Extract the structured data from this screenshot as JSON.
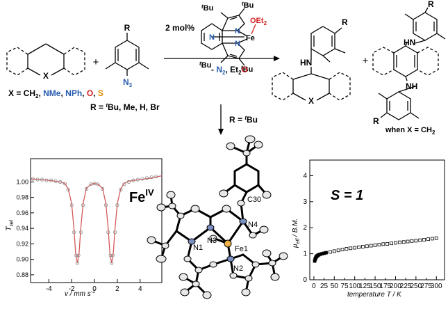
{
  "scheme": {
    "catalyst_loading": "2 mol%",
    "byproducts": {
      "prefix": "- ",
      "n2": "N",
      "n2_sub": "2",
      "sep": ", ",
      "et2o": "Et",
      "et2o_sub": "2",
      "et2o_o": "O"
    },
    "substrate_x": {
      "lead": "X = CH",
      "ch2_sub": "2",
      "items": [
        {
          "text": ", ",
          "color": "#000000"
        },
        {
          "text": "NMe",
          "color": "#2a5db0"
        },
        {
          "text": ", ",
          "color": "#000000"
        },
        {
          "text": "NPh",
          "color": "#2a5db0"
        },
        {
          "text": ", ",
          "color": "#000000"
        },
        {
          "text": "O",
          "color": "#d42020"
        },
        {
          "text": ", ",
          "color": "#000000"
        },
        {
          "text": "S",
          "color": "#e08a00"
        }
      ]
    },
    "r_groups": {
      "lead": "R = ",
      "tbu_t": "t",
      "rest": "Bu, Me, H, Br"
    },
    "plus": "+",
    "azide": {
      "n": "N",
      "sub": "3"
    },
    "r_label": "R",
    "x_label": "X",
    "hn_label": "HN",
    "nh_label": "NH",
    "when_label": {
      "lead": "when X = CH",
      "sub": "2"
    },
    "condition": {
      "lead": "R = ",
      "t": "t",
      "rest": "Bu"
    },
    "catalyst": {
      "n": "N",
      "fe": "Fe",
      "oet2": "OEt",
      "oet2_sub": "2",
      "bu_t": "t",
      "bu": "Bu"
    }
  },
  "mossbauer": {
    "label_fe": "Fe",
    "label_ox": "IV",
    "y_label": "T",
    "y_label_sub": "rel",
    "x_label": "v / mm s",
    "x_label_sup": "-1"
  },
  "crystal": {
    "labels": [
      "C30",
      "N4",
      "N3",
      "N1",
      "Fe1",
      "N2"
    ]
  },
  "magnetism": {
    "spin_label": "S = 1",
    "y_label": "μ",
    "y_label_sub": "eff",
    "y_label_unit": " / B.M.",
    "x_label": "temperature T / K"
  },
  "chart_data": [
    {
      "type": "line",
      "xlabel": "v / mm s-1",
      "ylabel": "Trel",
      "xlim": [
        -5.6,
        5.9
      ],
      "ylim": [
        0.87,
        1.03
      ],
      "xticks": [
        -4,
        -2,
        0,
        2,
        4
      ],
      "yticks": [
        0.88,
        0.9,
        0.92,
        0.94,
        0.96,
        0.98,
        1.0
      ],
      "series": [
        {
          "style": "markers",
          "x": [
            -5.4,
            -5.0,
            -4.6,
            -4.2,
            -3.8,
            -3.4,
            -3.0,
            -2.6,
            -2.3,
            -2.0,
            -1.8,
            -1.6,
            -1.5,
            -1.4,
            -1.2,
            -1.0,
            -0.7,
            -0.3,
            0.0,
            0.3,
            0.7,
            1.0,
            1.2,
            1.4,
            1.5,
            1.6,
            1.8,
            2.0,
            2.3,
            2.6,
            3.0,
            3.4,
            3.8,
            4.2,
            4.6,
            5.0,
            5.4
          ],
          "y": [
            1.004,
            1.003,
            1.003,
            1.002,
            1.002,
            1.001,
            1.0,
            0.998,
            0.99,
            0.97,
            0.935,
            0.905,
            0.895,
            0.905,
            0.935,
            0.97,
            0.991,
            0.997,
            0.998,
            0.997,
            0.991,
            0.97,
            0.935,
            0.905,
            0.895,
            0.905,
            0.935,
            0.97,
            0.99,
            0.997,
            1.0,
            1.002,
            1.003,
            1.004,
            1.005,
            1.006,
            1.007
          ]
        },
        {
          "style": "fit",
          "x": [
            -5.6,
            -4.0,
            -3.0,
            -2.6,
            -2.3,
            -2.0,
            -1.8,
            -1.65,
            -1.5,
            -1.35,
            -1.2,
            -1.0,
            -0.7,
            -0.3,
            0.0,
            0.3,
            0.7,
            1.0,
            1.2,
            1.35,
            1.5,
            1.65,
            1.8,
            2.0,
            2.3,
            2.6,
            3.0,
            4.0,
            5.0,
            5.9
          ],
          "y": [
            1.004,
            1.002,
            1.0,
            0.998,
            0.991,
            0.972,
            0.94,
            0.908,
            0.895,
            0.908,
            0.94,
            0.972,
            0.992,
            0.997,
            0.998,
            0.997,
            0.992,
            0.972,
            0.94,
            0.908,
            0.895,
            0.908,
            0.94,
            0.972,
            0.991,
            0.998,
            1.001,
            1.003,
            1.005,
            1.008
          ]
        }
      ]
    },
    {
      "type": "scatter",
      "xlabel": "temperature T / K",
      "ylabel": "μeff / B.M.",
      "xlim": [
        -10,
        320
      ],
      "ylim": [
        0,
        4.6
      ],
      "xticks": [
        0,
        50,
        100,
        150,
        200,
        250,
        300
      ],
      "xticks_minor": [
        25,
        75,
        125,
        175,
        225,
        275
      ],
      "yticks": [
        0,
        1,
        2,
        3,
        4
      ],
      "series": [
        {
          "x": [
            2,
            3,
            4,
            5,
            6,
            7,
            8,
            10,
            12,
            15,
            20,
            25,
            30,
            40,
            50,
            60,
            70,
            80,
            90,
            100,
            110,
            120,
            130,
            140,
            150,
            160,
            170,
            180,
            190,
            200,
            210,
            220,
            230,
            240,
            250,
            260,
            270,
            280,
            290,
            300
          ],
          "y": [
            0.72,
            0.78,
            0.82,
            0.86,
            0.88,
            0.9,
            0.92,
            0.94,
            0.96,
            0.98,
            1.0,
            1.02,
            1.04,
            1.07,
            1.1,
            1.13,
            1.16,
            1.19,
            1.21,
            1.23,
            1.25,
            1.27,
            1.29,
            1.31,
            1.33,
            1.35,
            1.37,
            1.38,
            1.4,
            1.42,
            1.44,
            1.45,
            1.47,
            1.49,
            1.5,
            1.52,
            1.54,
            1.56,
            1.58,
            1.6
          ]
        }
      ]
    }
  ]
}
